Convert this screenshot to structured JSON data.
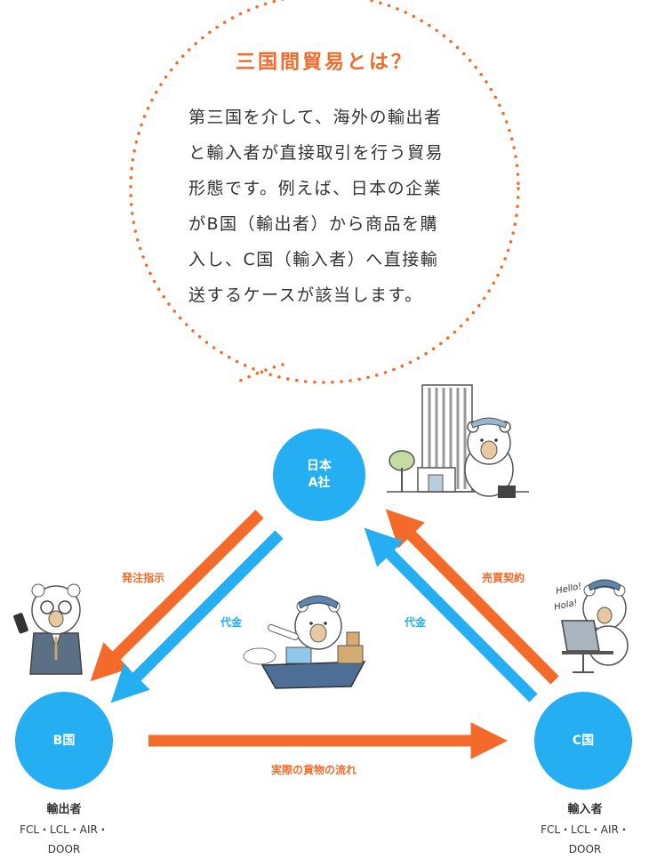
{
  "callout": {
    "title": "三国間貿易とは？",
    "lines": [
      "第三国を介して、海外の輸出者",
      "と輸入者が直接取引を行う貿易",
      "形態です。例えば、日本の企業",
      "がB国（輸出者）から商品を購",
      "入し、C国（輸入者）へ直接輸",
      "送するケースが該当します。"
    ]
  },
  "nodes": {
    "japan": {
      "line1": "日本",
      "line2": "A社"
    },
    "b": {
      "label": "B国"
    },
    "c": {
      "label": "C国"
    }
  },
  "edges": {
    "order": "発注指示",
    "payment_left": "代金",
    "payment_right": "代金",
    "sales_contract": "売買契約",
    "goods_flow": "実際の貨物の流れ"
  },
  "exporter": {
    "role": "輸出者",
    "modes_line1": "FCL・LCL・AIR・",
    "modes_line2": "DOOR"
  },
  "importer": {
    "role": "輸入者",
    "modes_line1": "FCL・LCL・AIR・",
    "modes_line2": "DOOR"
  },
  "speech": {
    "hello": "Hello!",
    "hola": "Hola!"
  },
  "colors": {
    "orange": "#f46a2a",
    "blue": "#25aef2",
    "text": "#333333"
  }
}
